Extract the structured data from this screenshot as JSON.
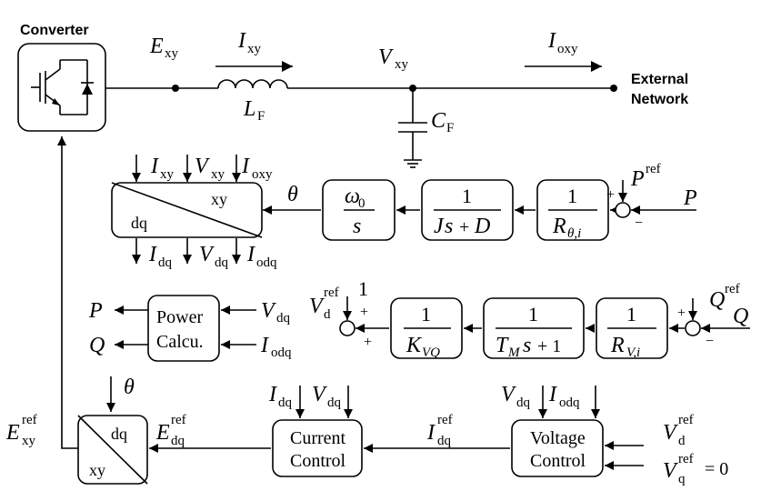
{
  "labels": {
    "converter": "Converter",
    "external_line1": "External",
    "external_line2": "Network",
    "power_calc_line1": "Power",
    "power_calc_line2": "Calcu.",
    "current_control_line1": "Current",
    "current_control_line2": "Control",
    "voltage_control_line1": "Voltage",
    "voltage_control_line2": "Control",
    "one": "1",
    "zero": "= 0"
  },
  "signals": {
    "E": "E",
    "I": "I",
    "V": "V",
    "L": "L",
    "C": "C",
    "P": "P",
    "Q": "Q",
    "theta": "θ",
    "omega": "ω",
    "s": "s",
    "J": "J",
    "D": "D",
    "R": "R",
    "K": "K",
    "T": "T",
    "xy": "xy",
    "dq": "dq",
    "oxy": "oxy",
    "odq": "odq",
    "F": "F",
    "ref": "ref",
    "d": "d",
    "q": "q",
    "zero_sub": "0",
    "theta_i": "θ,i",
    "V_i": "V,i",
    "VQ": "VQ",
    "M": "M",
    "js_plus_d_plus": "+",
    "tm_plus1": "+ 1"
  },
  "signs": {
    "plus": "+",
    "minus": "−"
  }
}
